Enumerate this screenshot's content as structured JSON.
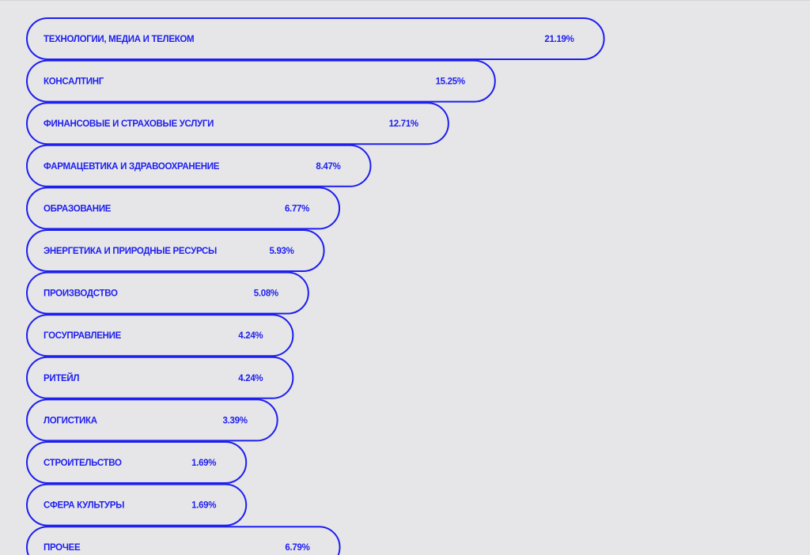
{
  "chart_data": {
    "type": "bar",
    "orientation": "horizontal",
    "accent_color": "#1e1ef0",
    "background_color": "#e6e6e9",
    "categories": [
      "ТЕХНОЛОГИИ, МЕДИА И ТЕЛЕКОМ",
      "КОНСАЛТИНГ",
      "ФИНАНСОВЫЕ И СТРАХОВЫЕ УСЛУГИ",
      "ФАРМАЦЕВТИКА И ЗДРАВООХРАНЕНИЕ",
      "ОБРАЗОВАНИЕ",
      "ЭНЕРГЕТИКА И ПРИРОДНЫЕ РЕСУРСЫ",
      "ПРОИЗВОДСТВО",
      "ГОСУПРАВЛЕНИЕ",
      "РИТЕЙЛ",
      "ЛОГИСТИКА",
      "СТРОИТЕЛЬСТВО",
      "СФЕРА КУЛЬТУРЫ",
      "ПРОЧЕЕ"
    ],
    "values": [
      21.19,
      15.25,
      12.71,
      8.47,
      6.77,
      5.93,
      5.08,
      4.24,
      4.24,
      3.39,
      1.69,
      1.69,
      6.79
    ],
    "value_labels": [
      "21.19%",
      "15.25%",
      "12.71%",
      "8.47%",
      "6.77%",
      "5.93%",
      "5.08%",
      "4.24%",
      "4.24%",
      "3.39%",
      "1.69%",
      "1.69%",
      "6.79%"
    ],
    "unit": "%"
  }
}
